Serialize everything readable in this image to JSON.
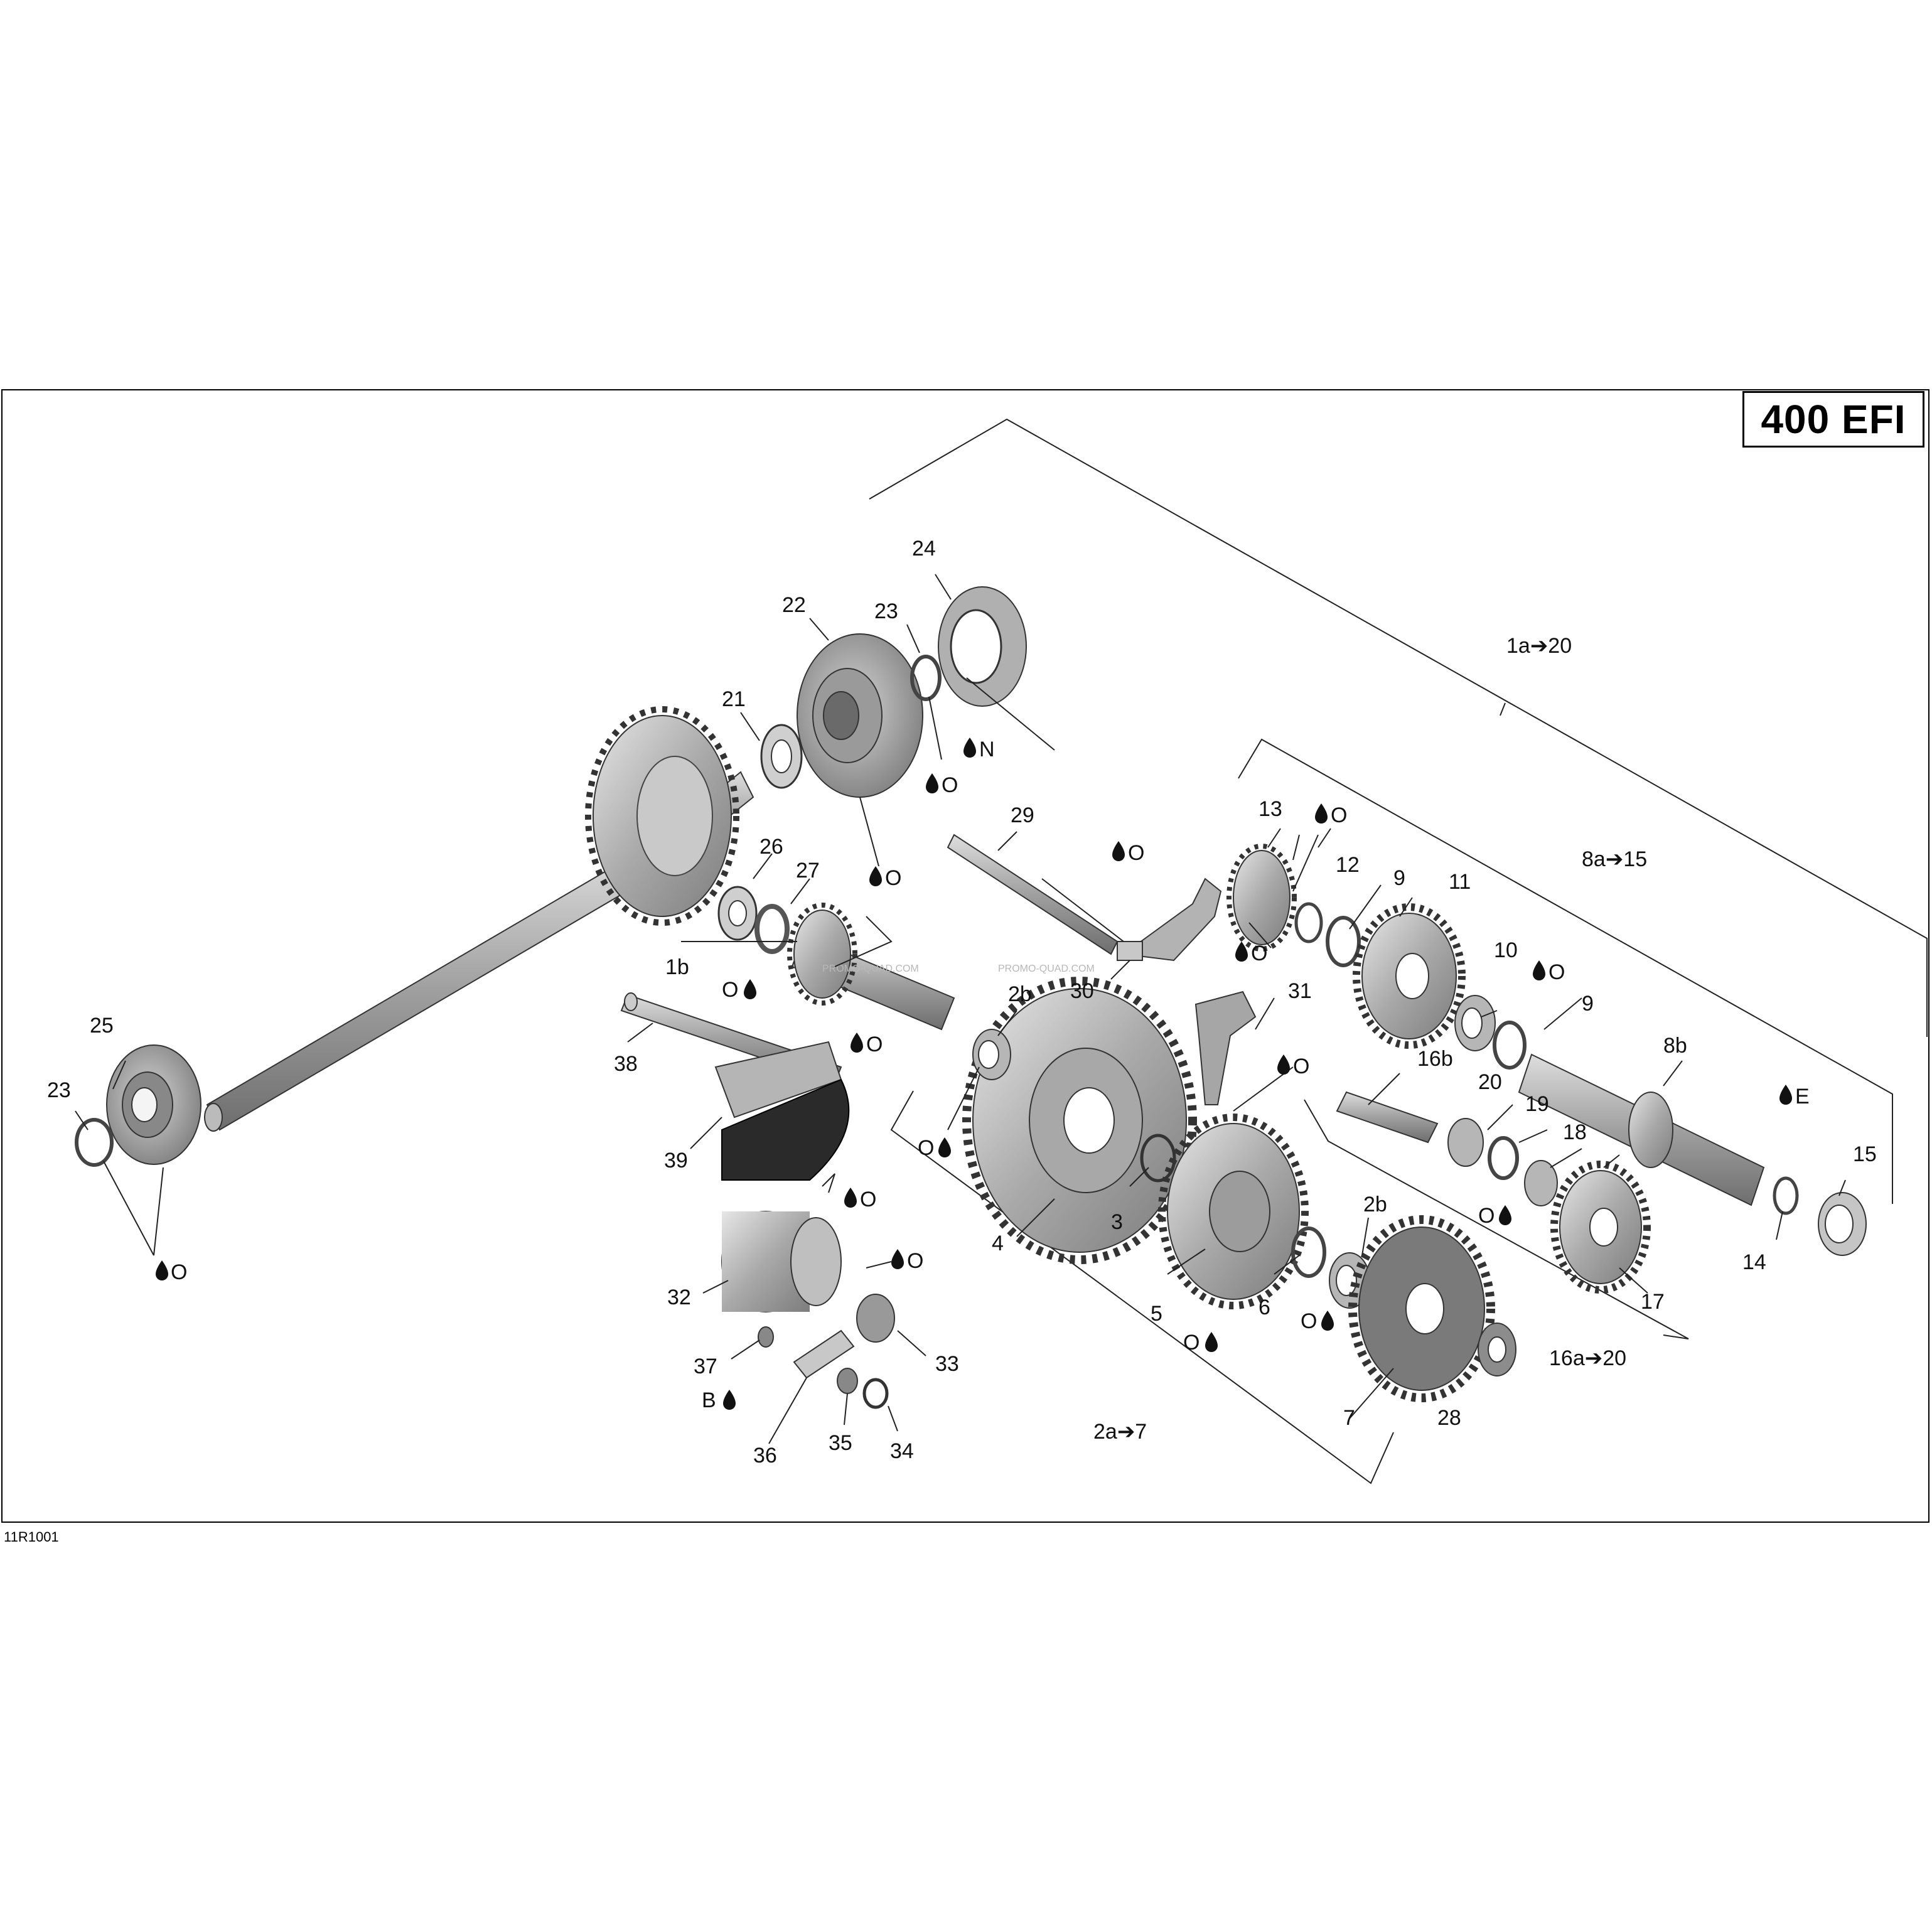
{
  "title": "400 EFI",
  "ref_code": "11R1001",
  "watermark": "PROMO-QUAD.COM",
  "callouts": [
    {
      "id": "c1a20",
      "text": "1a➔20"
    },
    {
      "id": "c8a15",
      "text": "8a➔15"
    },
    {
      "id": "c16a20",
      "text": "16a➔20"
    },
    {
      "id": "c2a7",
      "text": "2a➔7"
    },
    {
      "id": "c1b",
      "text": "1b"
    },
    {
      "id": "c2b1",
      "text": "2b"
    },
    {
      "id": "c2b2",
      "text": "2b"
    },
    {
      "id": "c3",
      "text": "3"
    },
    {
      "id": "c4",
      "text": "4"
    },
    {
      "id": "c5",
      "text": "5"
    },
    {
      "id": "c6",
      "text": "6"
    },
    {
      "id": "c7",
      "text": "7"
    },
    {
      "id": "c8b",
      "text": "8b"
    },
    {
      "id": "c9a",
      "text": "9"
    },
    {
      "id": "c9b",
      "text": "9"
    },
    {
      "id": "c10",
      "text": "10"
    },
    {
      "id": "c11",
      "text": "11"
    },
    {
      "id": "c12",
      "text": "12"
    },
    {
      "id": "c13",
      "text": "13"
    },
    {
      "id": "c14",
      "text": "14"
    },
    {
      "id": "c15",
      "text": "15"
    },
    {
      "id": "c16b",
      "text": "16b"
    },
    {
      "id": "c17",
      "text": "17"
    },
    {
      "id": "c18",
      "text": "18"
    },
    {
      "id": "c19",
      "text": "19"
    },
    {
      "id": "c20",
      "text": "20"
    },
    {
      "id": "c21",
      "text": "21"
    },
    {
      "id": "c22",
      "text": "22"
    },
    {
      "id": "c23a",
      "text": "23"
    },
    {
      "id": "c23b",
      "text": "23"
    },
    {
      "id": "c24",
      "text": "24"
    },
    {
      "id": "c25",
      "text": "25"
    },
    {
      "id": "c26",
      "text": "26"
    },
    {
      "id": "c27",
      "text": "27"
    },
    {
      "id": "c28",
      "text": "28"
    },
    {
      "id": "c29",
      "text": "29"
    },
    {
      "id": "c30",
      "text": "30"
    },
    {
      "id": "c31",
      "text": "31"
    },
    {
      "id": "c32",
      "text": "32"
    },
    {
      "id": "c33",
      "text": "33"
    },
    {
      "id": "c34",
      "text": "34"
    },
    {
      "id": "c35",
      "text": "35"
    },
    {
      "id": "c36",
      "text": "36"
    },
    {
      "id": "c37",
      "text": "37"
    },
    {
      "id": "c38",
      "text": "38"
    },
    {
      "id": "c39",
      "text": "39"
    }
  ],
  "lubricant_marks": [
    {
      "id": "l1",
      "text": "O"
    },
    {
      "id": "l2",
      "text": "N"
    },
    {
      "id": "l3",
      "text": "O"
    },
    {
      "id": "l4",
      "text": "O"
    },
    {
      "id": "l5",
      "text": "O"
    },
    {
      "id": "l6",
      "text": "O"
    },
    {
      "id": "l7",
      "text": "O"
    },
    {
      "id": "l8",
      "text": "O"
    },
    {
      "id": "l9",
      "text": "O"
    },
    {
      "id": "l10",
      "text": "O"
    },
    {
      "id": "l11",
      "text": "O"
    },
    {
      "id": "l12",
      "text": "E"
    },
    {
      "id": "l13",
      "text": "O"
    },
    {
      "id": "l14",
      "text": "O"
    },
    {
      "id": "l15",
      "text": "O"
    },
    {
      "id": "l16",
      "text": "O"
    },
    {
      "id": "l17",
      "text": "O"
    },
    {
      "id": "l18",
      "text": "O"
    },
    {
      "id": "l19",
      "text": "O"
    },
    {
      "id": "l20",
      "text": "B"
    }
  ]
}
